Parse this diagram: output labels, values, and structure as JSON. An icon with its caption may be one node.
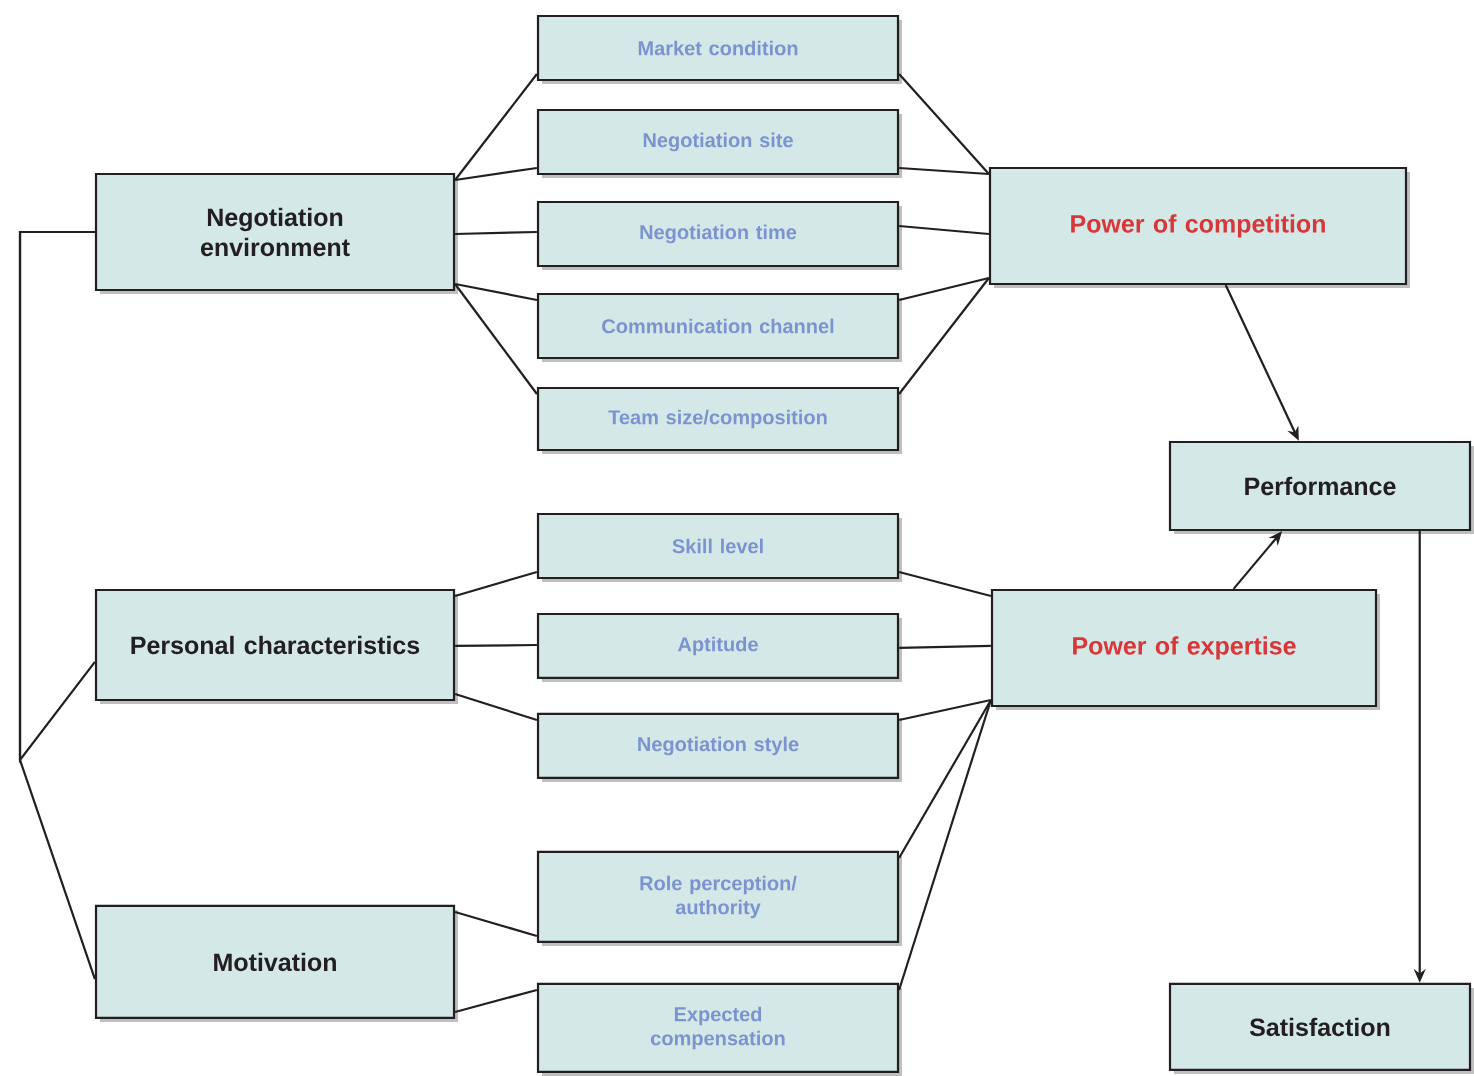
{
  "diagram": {
    "nodes": [
      {
        "text": [
          "Negotiation environment"
        ]
      },
      {
        "text": [
          "Market condition"
        ]
      },
      {
        "text": [
          "Negotiation site"
        ]
      },
      {
        "text": [
          "Negotiation time"
        ]
      },
      {
        "text": [
          "Communication channel"
        ]
      },
      {
        "text": [
          "Team size/composition"
        ]
      },
      {
        "text": [
          "Power of competition"
        ]
      },
      {
        "text": [
          "Performance"
        ]
      },
      {
        "text": [
          "Personal characteristics"
        ]
      },
      {
        "text": [
          "Skill level"
        ]
      },
      {
        "text": [
          "Aptitude"
        ]
      },
      {
        "text": [
          "Negotiation style"
        ]
      },
      {
        "text": [
          "Power of expertise"
        ]
      },
      {
        "text": [
          "Motivation"
        ]
      },
      {
        "text": [
          "Role perception/ authority"
        ]
      },
      {
        "text": [
          "Expected compensation"
        ]
      },
      {
        "text": [
          "Satisfaction"
        ]
      }
    ],
    "edges": [
      {
        "from": 0,
        "to": 1,
        "arrow": "none"
      },
      {
        "from": 0,
        "to": 2,
        "arrow": "none"
      },
      {
        "from": 0,
        "to": 3,
        "arrow": "none"
      },
      {
        "from": 0,
        "to": 4,
        "arrow": "none"
      },
      {
        "from": 0,
        "to": 5,
        "arrow": "none"
      },
      {
        "from": 1,
        "to": 6,
        "arrow": "none"
      },
      {
        "from": 2,
        "to": 6,
        "arrow": "none"
      },
      {
        "from": 3,
        "to": 6,
        "arrow": "none"
      },
      {
        "from": 4,
        "to": 6,
        "arrow": "none"
      },
      {
        "from": 5,
        "to": 6,
        "arrow": "none"
      },
      {
        "from": 6,
        "to": 7,
        "arrow": "to"
      },
      {
        "from": 8,
        "to": 9,
        "arrow": "none"
      },
      {
        "from": 8,
        "to": 10,
        "arrow": "none"
      },
      {
        "from": 8,
        "to": 11,
        "arrow": "none"
      },
      {
        "from": 9,
        "to": 12,
        "arrow": "none"
      },
      {
        "from": 10,
        "to": 12,
        "arrow": "none"
      },
      {
        "from": 11,
        "to": 12,
        "arrow": "none"
      },
      {
        "from": 13,
        "to": 14,
        "arrow": "none"
      },
      {
        "from": 13,
        "to": 15,
        "arrow": "none"
      },
      {
        "from": 14,
        "to": 12,
        "arrow": "none"
      },
      {
        "from": 15,
        "to": 12,
        "arrow": "none"
      },
      {
        "from": 12,
        "to": 7,
        "arrow": "to"
      },
      {
        "from": 7,
        "to": 16,
        "arrow": "to"
      },
      {
        "from": 0,
        "to": 8,
        "arrow": "none"
      },
      {
        "from": 0,
        "to": 13,
        "arrow": "none"
      }
    ]
  }
}
